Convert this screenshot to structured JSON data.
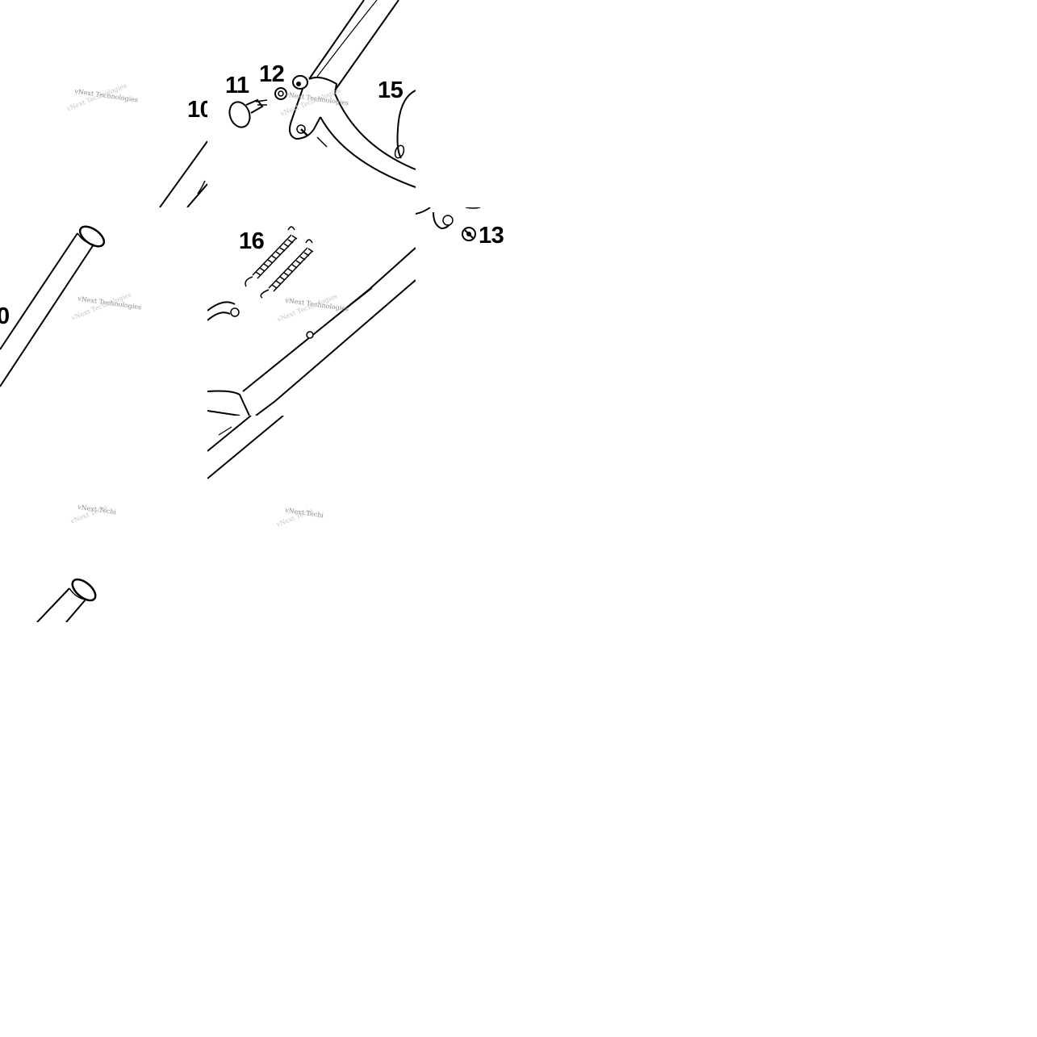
{
  "callouts": {
    "c10a": "10",
    "c11": "11",
    "c12": "12",
    "c15": "15",
    "c16": "16",
    "c13": "13",
    "c10b": "0"
  },
  "watermark": {
    "text": "vNext Technologies",
    "text_cut": "vNext Techi"
  }
}
